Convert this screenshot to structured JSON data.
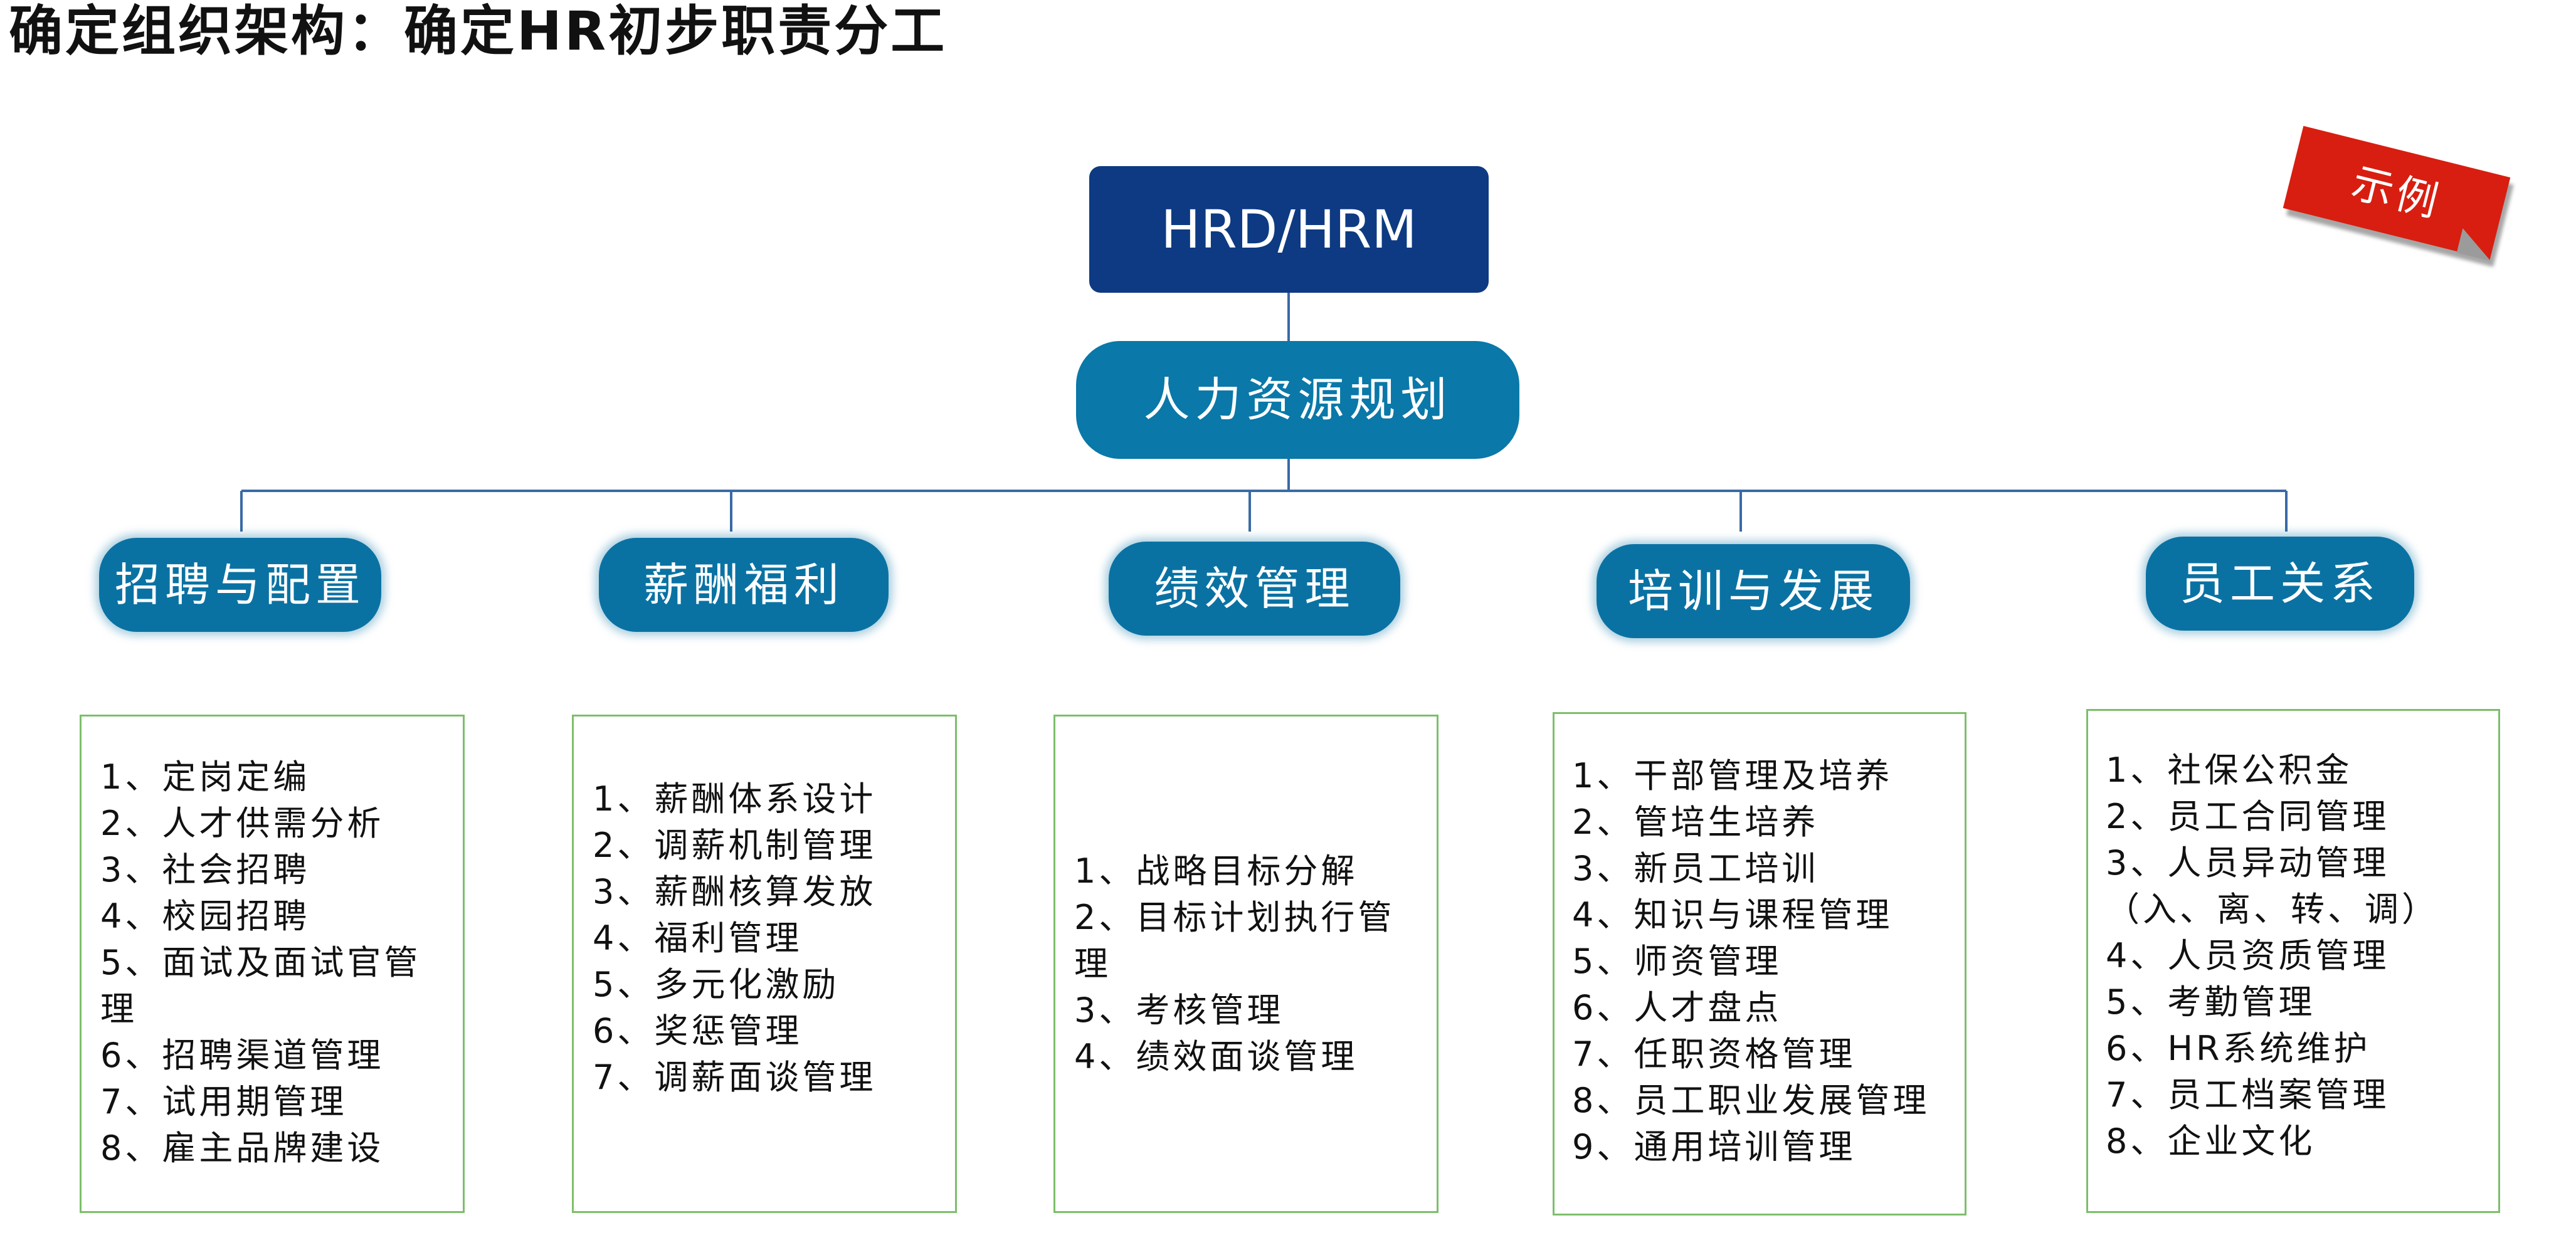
{
  "title": "确定组织架构：确定HR初步职责分工",
  "top_role": "HRD/HRM",
  "planning": "人力资源规划",
  "stamp_label": "示例",
  "colors": {
    "top_box": "#0d3a82",
    "planning_box": "#0a78a8",
    "dept_box": "#0a72a3",
    "duty_border": "#7bbf6a",
    "connector": "#3a6aa6",
    "stamp": "#d81e10"
  },
  "departments": [
    {
      "name": "招聘与配置",
      "duties": [
        "1、定岗定编",
        "2、人才供需分析",
        "3、社会招聘",
        "4、校园招聘",
        "5、面试及面试官管理",
        "6、招聘渠道管理",
        "7、试用期管理",
        "8、雇主品牌建设"
      ]
    },
    {
      "name": "薪酬福利",
      "duties": [
        "1、薪酬体系设计",
        "2、调薪机制管理",
        "3、薪酬核算发放",
        "4、福利管理",
        "5、多元化激励",
        "6、奖惩管理",
        "7、调薪面谈管理"
      ]
    },
    {
      "name": "绩效管理",
      "duties": [
        "1、战略目标分解",
        "2、目标计划执行管理",
        "3、考核管理",
        "4、绩效面谈管理"
      ]
    },
    {
      "name": "培训与发展",
      "duties": [
        "1、干部管理及培养",
        "2、管培生培养",
        "3、新员工培训",
        "4、知识与课程管理",
        "5、师资管理",
        "6、人才盘点",
        "7、任职资格管理",
        "8、员工职业发展管理",
        "9、通用培训管理"
      ]
    },
    {
      "name": "员工关系",
      "duties": [
        "1、社保公积金",
        "2、员工合同管理",
        "3、人员异动管理（入、离、转、调）",
        "4、人员资质管理",
        "5、考勤管理",
        "6、HR系统维护",
        "7、员工档案管理",
        "8、企业文化"
      ]
    }
  ]
}
